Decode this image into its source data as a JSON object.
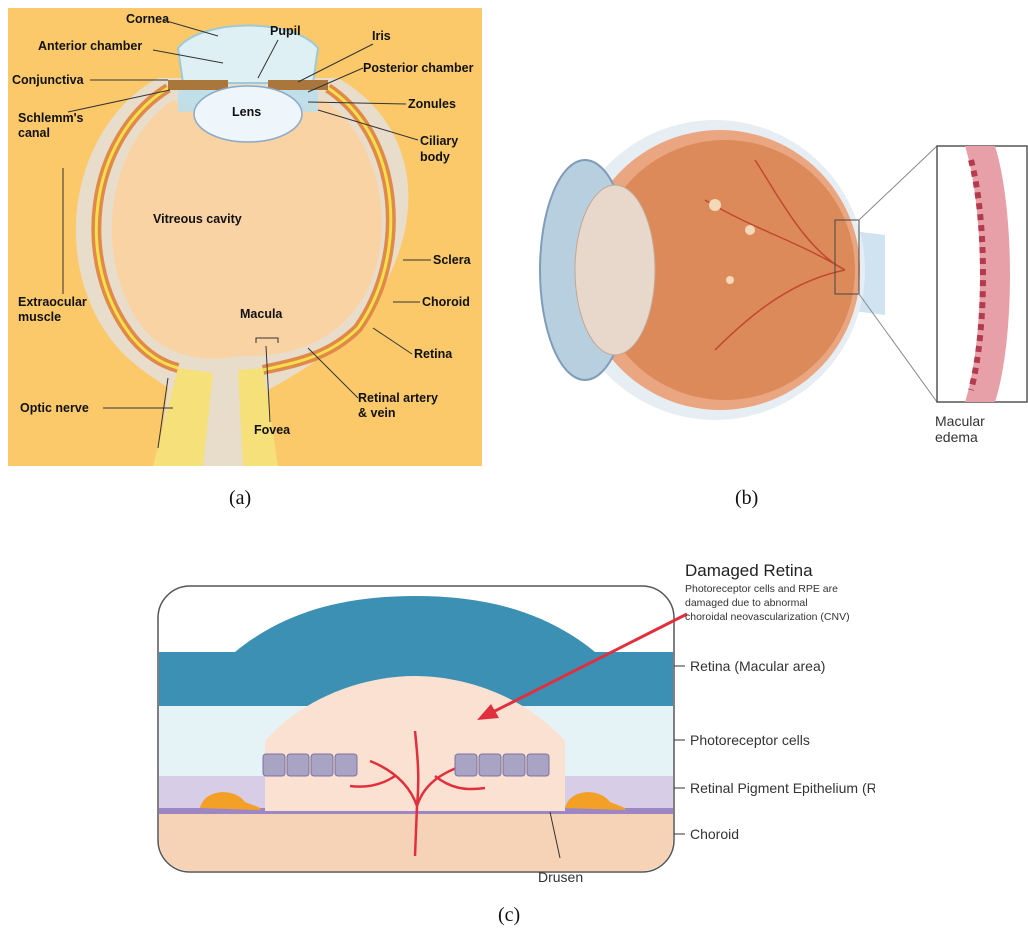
{
  "panel_a": {
    "caption": "(a)",
    "labels": {
      "cornea": "Cornea",
      "pupil": "Pupil",
      "anterior_chamber": "Anterior chamber",
      "iris": "Iris",
      "conjunctiva": "Conjunctiva",
      "posterior_chamber": "Posterior chamber",
      "lens": "Lens",
      "schlemm_1": "Schlemm's",
      "schlemm_2": "canal",
      "zonules": "Zonules",
      "ciliary_1": "Ciliary",
      "ciliary_2": "body",
      "vitreous": "Vitreous cavity",
      "sclera": "Sclera",
      "extraocular_1": "Extraocular",
      "extraocular_2": "muscle",
      "choroid": "Choroid",
      "macula": "Macula",
      "retina": "Retina",
      "optic_nerve": "Optic nerve",
      "retinal_av_1": "Retinal artery",
      "retinal_av_2": "& vein",
      "fovea": "Fovea"
    }
  },
  "panel_b": {
    "caption": "(b)",
    "inset_label_1": "Macular",
    "inset_label_2": "edema"
  },
  "panel_c": {
    "caption": "(c)",
    "heading": "Damaged Retina",
    "desc_1": "Photoreceptor cells and RPE are",
    "desc_2": "damaged due to abnormal",
    "desc_3": "choroidal neovascularization (CNV)",
    "layers": {
      "retina": "Retina (Macular area)",
      "photoreceptor": "Photoreceptor cells",
      "rpe": "Retinal Pigment Epithelium (RPE)",
      "choroid": "Choroid"
    },
    "drusen": "Drusen"
  }
}
